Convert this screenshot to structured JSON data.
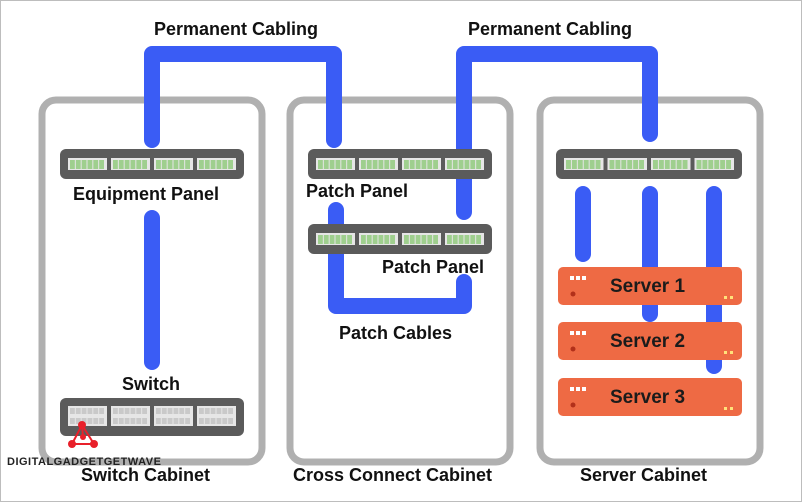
{
  "labels": {
    "permanent_cabling_left": "Permanent Cabling",
    "permanent_cabling_right": "Permanent Cabling",
    "equipment_panel": "Equipment Panel",
    "switch": "Switch",
    "switch_cabinet": "Switch Cabinet",
    "patch_panel_top": "Patch Panel",
    "patch_panel_bottom": "Patch Panel",
    "patch_cables": "Patch Cables",
    "cross_connect_cabinet": "Cross Connect Cabinet",
    "server_cabinet": "Server Cabinet",
    "server_1": "Server 1",
    "server_2": "Server 2",
    "server_3": "Server 3"
  },
  "watermark": "DIGITALGADGETGETWAVE",
  "colors": {
    "cable": "#3a5cf5",
    "cabinet_border": "#b0b0b0",
    "panel": "#5b5b5b",
    "port": "#e6e6e6",
    "server": "#ee6a44",
    "logo": "#e8202a"
  }
}
